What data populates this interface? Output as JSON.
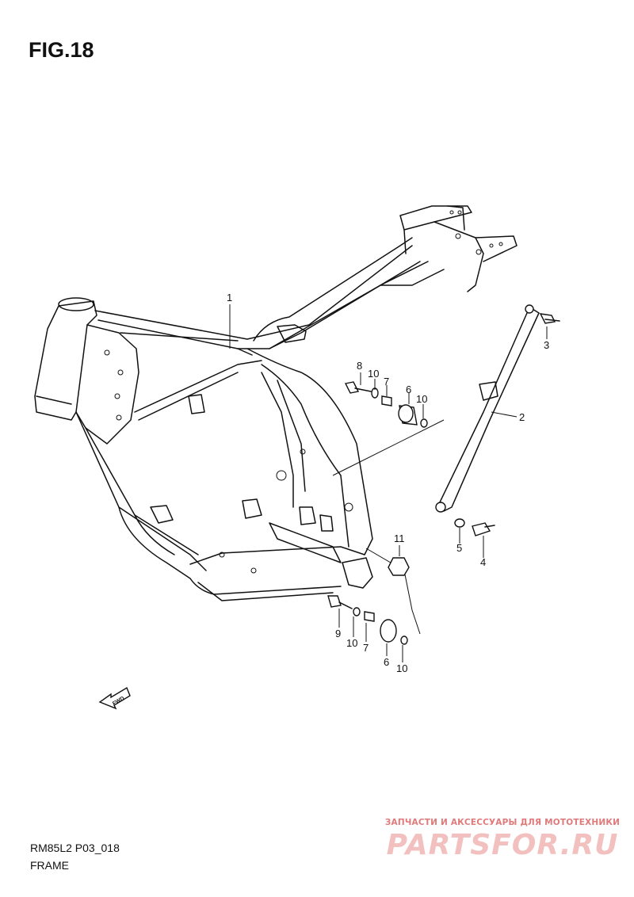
{
  "figure_title": "FIG.18",
  "model_code": "RM85L2 P03_018",
  "caption": "FRAME",
  "fwd_label": "FWD",
  "watermark": {
    "tagline": "ЗАПЧАСТИ И АКСЕССУАРЫ ДЛЯ МОТОТЕХНИКИ",
    "brand": "PARTSFOR.RU"
  },
  "callouts": [
    {
      "id": "c1",
      "text": "1"
    },
    {
      "id": "c2",
      "text": "2"
    },
    {
      "id": "c3",
      "text": "3"
    },
    {
      "id": "c4",
      "text": "4"
    },
    {
      "id": "c5",
      "text": "5"
    },
    {
      "id": "c6a",
      "text": "6"
    },
    {
      "id": "c6b",
      "text": "6"
    },
    {
      "id": "c7a",
      "text": "7"
    },
    {
      "id": "c7b",
      "text": "7"
    },
    {
      "id": "c8",
      "text": "8"
    },
    {
      "id": "c9",
      "text": "9"
    },
    {
      "id": "c10a",
      "text": "10"
    },
    {
      "id": "c10b",
      "text": "10"
    },
    {
      "id": "c10c",
      "text": "10"
    },
    {
      "id": "c10d",
      "text": "10"
    },
    {
      "id": "c11",
      "text": "11"
    }
  ]
}
